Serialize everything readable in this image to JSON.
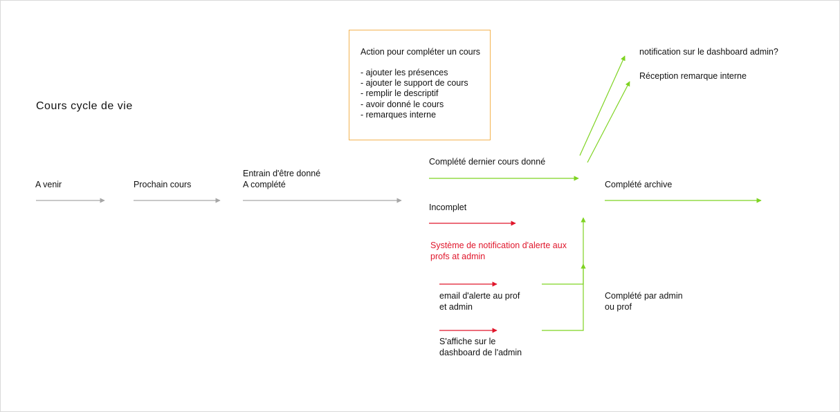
{
  "title": "Cours cycle de vie",
  "colors": {
    "gray": "#a6a6a6",
    "green": "#7ed321",
    "red": "#e0162b",
    "box_border": "#f3b24f"
  },
  "stages": {
    "a_venir": "A venir",
    "prochain": "Prochain cours",
    "entrain": "Entrain d'être donné\nA complété",
    "complete_dernier": "Complété dernier cours donné",
    "incomplet": "Incomplet",
    "archive": "Complété archive",
    "par_admin": "Complété par admin\nou prof"
  },
  "notifications": {
    "dashboard_admin": "notification sur le dashboard admin?",
    "remarque": "Réception remarque interne",
    "systeme": "Système de notification d'alerte aux\nprofs at admin",
    "email": "email d'alerte au prof\net admin",
    "affiche": "S'affiche sur le\ndashboard de l'admin"
  },
  "action_box": {
    "title": "Action pour compléter un cours",
    "items": [
      "- ajouter les présences",
      "- ajouter le support de cours",
      "- remplir le descriptif",
      "- avoir donné le cours",
      "- remarques interne"
    ]
  }
}
